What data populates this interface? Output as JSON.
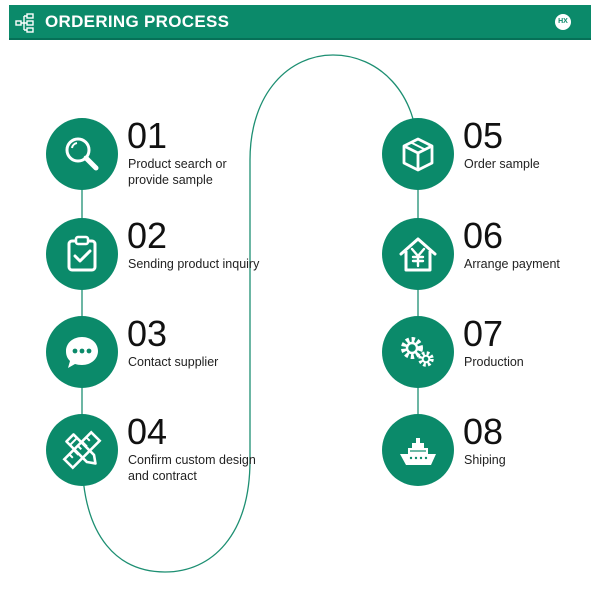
{
  "header": {
    "title": "ORDERING PROCESS",
    "badge": "HX",
    "icon": "flowchart-icon"
  },
  "colors": {
    "brand": "#0b8a6a",
    "brand_dark": "#067057",
    "line": "#1d8f72"
  },
  "steps": [
    {
      "number": "01",
      "label": "Product search or provide sample",
      "icon": "magnifier-icon"
    },
    {
      "number": "02",
      "label": "Sending product inquiry",
      "icon": "clipboard-check-icon"
    },
    {
      "number": "03",
      "label": "Contact supplier",
      "icon": "chat-bubble-icon"
    },
    {
      "number": "04",
      "label": "Confirm custom design and contract",
      "icon": "ruler-pencil-icon"
    },
    {
      "number": "05",
      "label": "Order sample",
      "icon": "box-icon"
    },
    {
      "number": "06",
      "label": "Arrange payment",
      "icon": "house-yen-icon"
    },
    {
      "number": "07",
      "label": "Production",
      "icon": "gears-icon"
    },
    {
      "number": "08",
      "label": "Shiping",
      "icon": "ship-icon"
    }
  ]
}
